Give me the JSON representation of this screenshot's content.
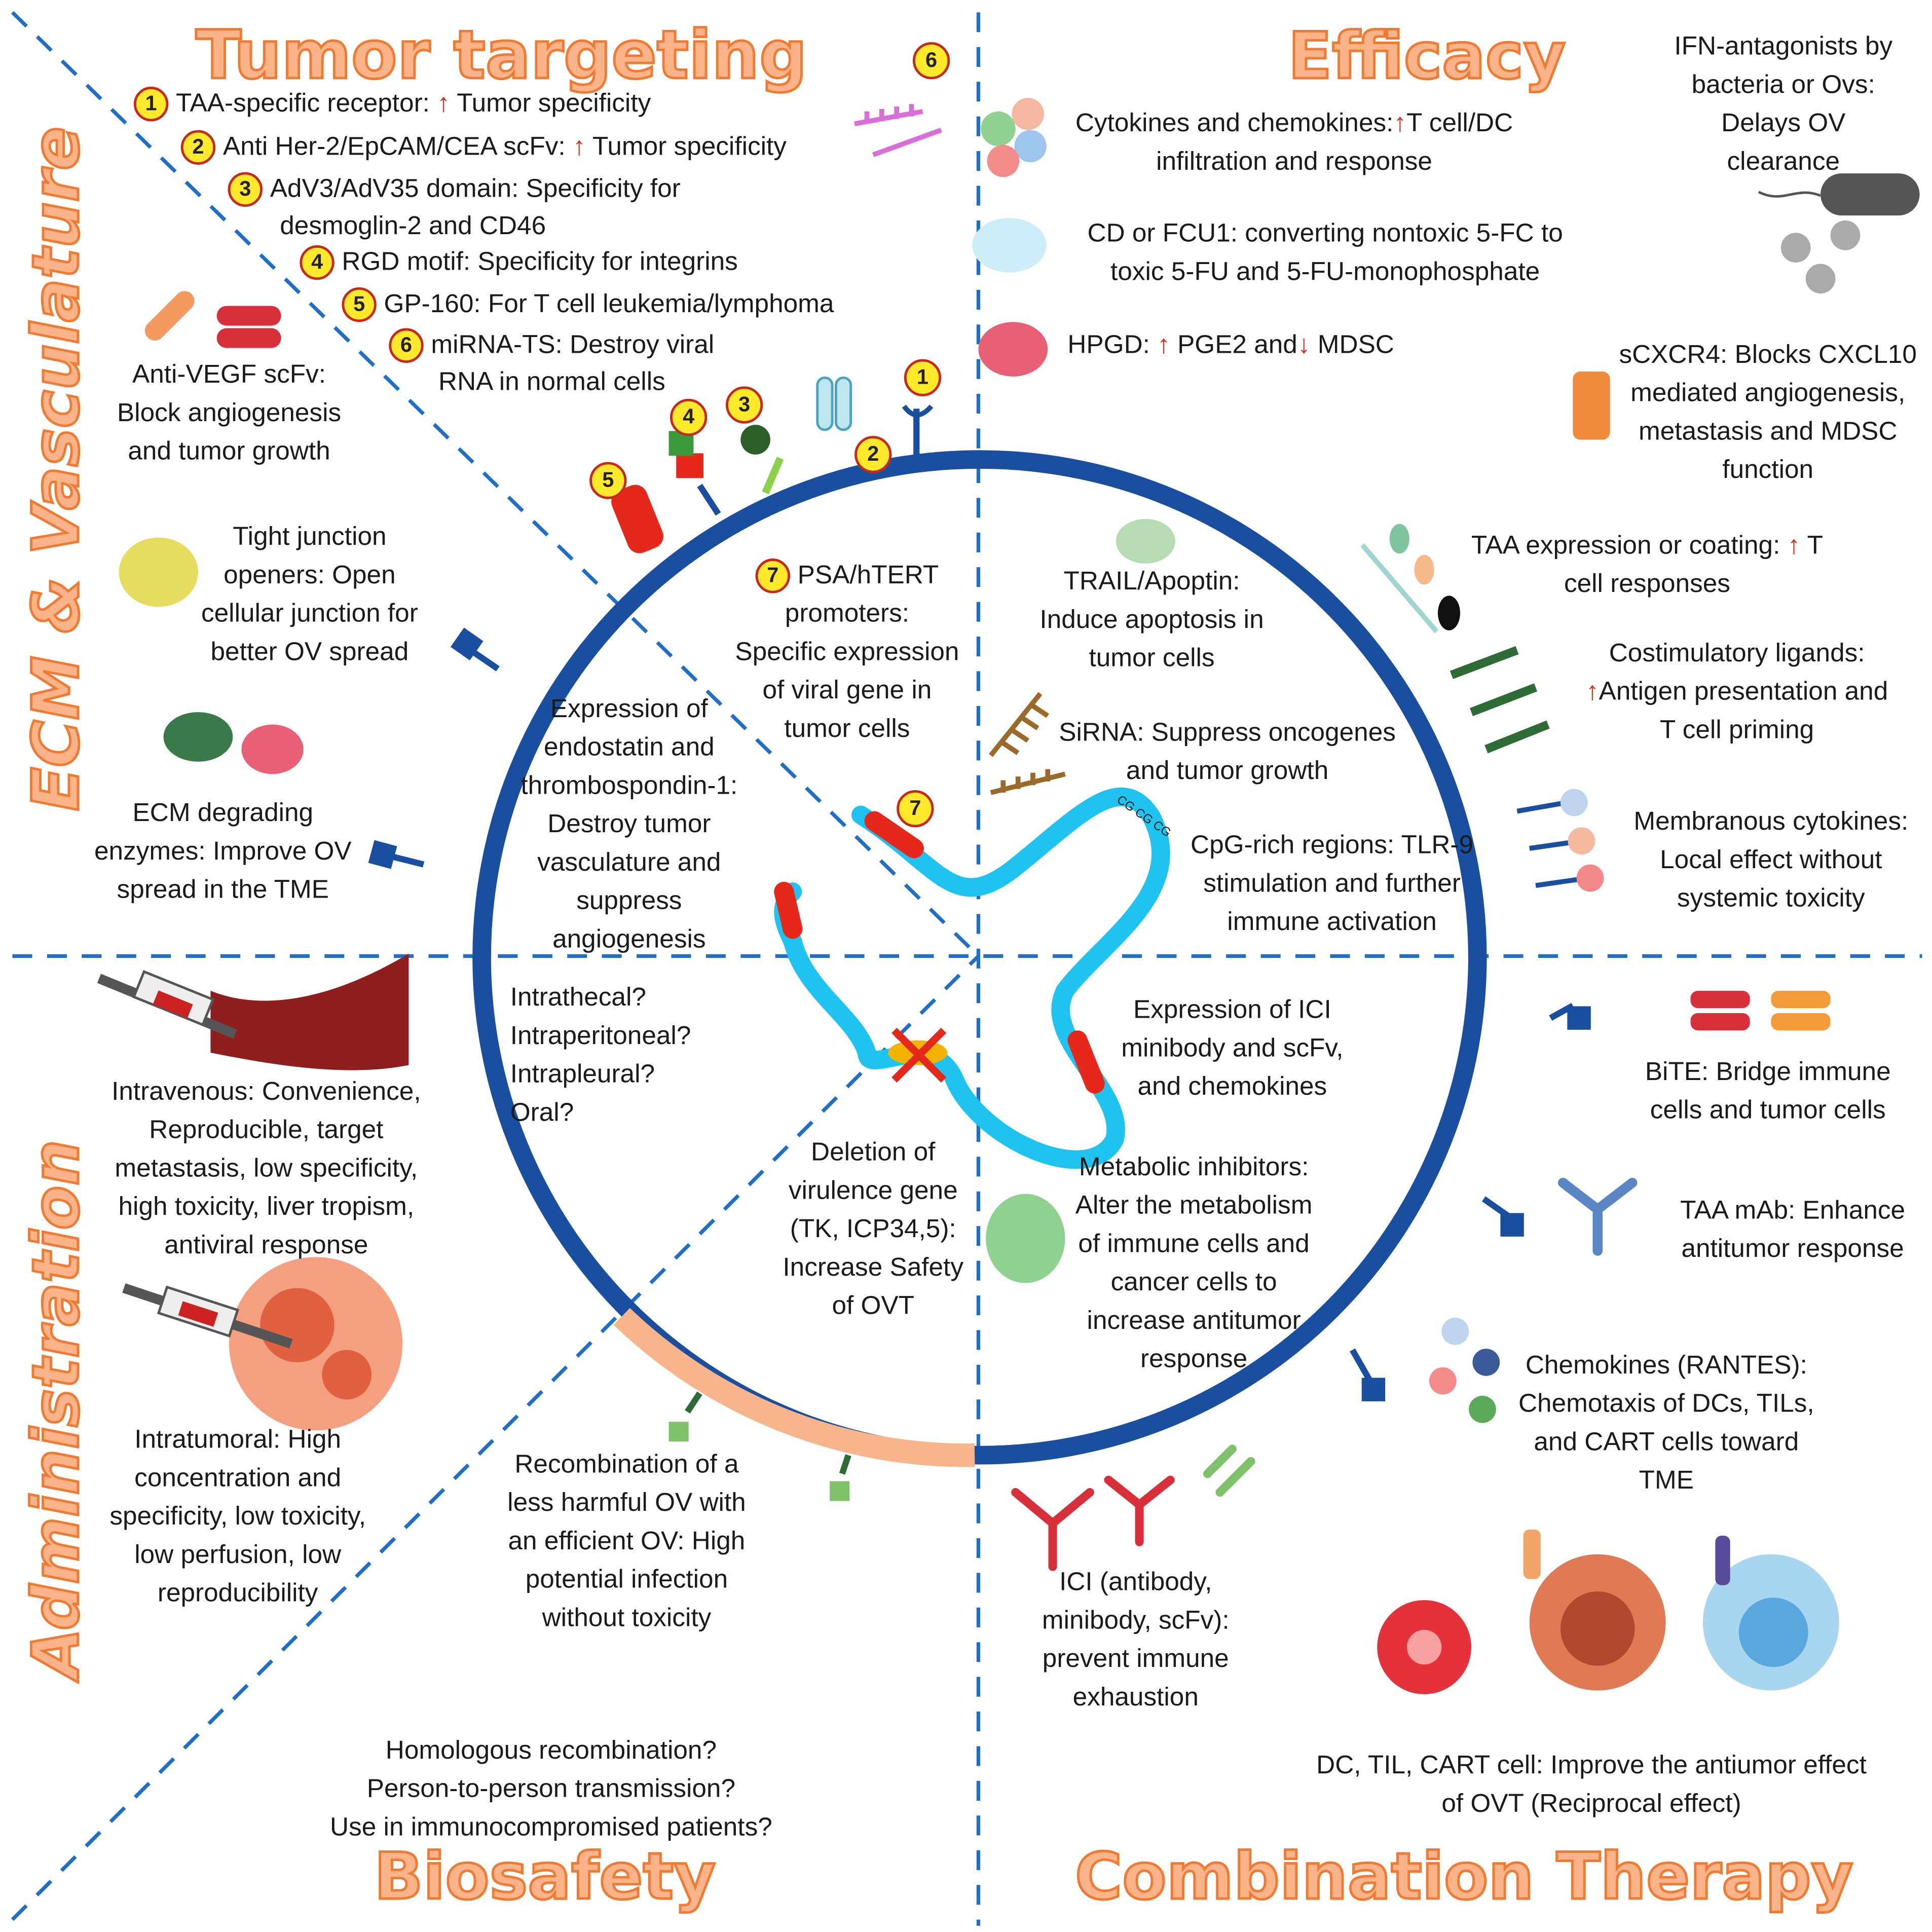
{
  "headings": {
    "tumor_targeting": "Tumor targeting",
    "efficacy": "Efficacy",
    "ecm_vasculature": "ECM & Vasculature",
    "administration": "Administration",
    "biosafety": "Biosafety",
    "combination_therapy": "Combination Therapy"
  },
  "markers": {
    "up_arrow": "↑",
    "down_arrow": "↓"
  },
  "tumor_targeting": {
    "items": [
      {
        "num": "1",
        "text_a": "TAA-specific receptor: ",
        "text_b": " Tumor specificity"
      },
      {
        "num": "2",
        "text_a": "Anti Her-2/EpCAM/CEA scFv: ",
        "text_b": " Tumor specificity"
      },
      {
        "num": "3",
        "text_a": "AdV3/AdV35 domain: Specificity for",
        "text_b": "desmoglin-2 and CD46"
      },
      {
        "num": "4",
        "text_a": "RGD motif: Specificity for integrins"
      },
      {
        "num": "5",
        "text_a": "GP-160: For T cell leukemia/lymphoma"
      },
      {
        "num": "6",
        "text_a": "miRNA-TS: Destroy viral",
        "text_b": "RNA in normal cells"
      }
    ],
    "badge_6": "6",
    "membrane_badges": [
      "1",
      "2",
      "3",
      "4",
      "5"
    ],
    "promoter": {
      "num": "7",
      "line1": "PSA/hTERT",
      "line2": "promoters:",
      "line3": "Specific expression",
      "line4": "of viral gene in",
      "line5": "tumor cells"
    },
    "badge_7": "7"
  },
  "ecm": {
    "anti_vegf": [
      "Anti-VEGF scFv:",
      "Block angiogenesis",
      "and tumor growth"
    ],
    "tight_junction": [
      "Tight junction",
      "openers: Open",
      "cellular junction for",
      "better OV spread"
    ],
    "ecm_enzymes": [
      "ECM degrading",
      "enzymes: Improve OV",
      "spread in the TME"
    ],
    "endostatin": [
      "Expression of",
      "endostatin and",
      "thrombospondin-1:",
      "Destroy tumor",
      "vasculature and",
      "suppress",
      "angiogenesis"
    ]
  },
  "efficacy": {
    "cytokines_a": "Cytokines and chemokines:",
    "cytokines_b": "T cell/DC",
    "cytokines_c": "infiltration and response",
    "cd_fcu1": [
      "CD or FCU1: converting nontoxic 5-FC to",
      "toxic 5-FU and 5-FU-monophosphate"
    ],
    "hpgd_a": "HPGD: ",
    "hpgd_b": " PGE2 and",
    "hpgd_c": " MDSC",
    "ifn": [
      "IFN-antagonists by",
      "bacteria or Ovs:",
      "Delays OV",
      "clearance"
    ],
    "scxcr4": [
      "sCXCR4: Blocks CXCL10",
      "mediated angiogenesis,",
      "metastasis and MDSC",
      "function"
    ],
    "trail": [
      "TRAIL/Apoptin:",
      "Induce apoptosis in",
      "tumor cells"
    ],
    "taa_a": "TAA expression or coating: ",
    "taa_b": " T",
    "taa_c": "cell responses",
    "costim_1": "Costimulatory ligands:",
    "costim_2": "Antigen presentation and",
    "costim_3": "T cell priming",
    "sirna": [
      "SiRNA: Suppress oncogenes",
      "and tumor growth"
    ],
    "cpg": [
      "CpG-rich regions: TLR-9",
      "stimulation and further",
      "immune activation"
    ],
    "cpg_label": "CG CG CG",
    "membranous": [
      "Membranous cytokines:",
      "Local effect without",
      "systemic toxicity"
    ]
  },
  "administration": {
    "routes": [
      "Intrathecal?",
      "Intraperitoneal?",
      "Intrapleural?",
      "Oral?"
    ],
    "intravenous": [
      "Intravenous: Convenience,",
      "Reproducible, target",
      "metastasis, low specificity,",
      "high toxicity, liver tropism,",
      "antiviral response"
    ],
    "intratumoral": [
      "Intratumoral: High",
      "concentration and",
      "specificity, low toxicity,",
      "low perfusion, low",
      "reproducibility"
    ]
  },
  "biosafety": {
    "deletion": [
      "Deletion of",
      "virulence gene",
      "(TK, ICP34,5):",
      "Increase Safety",
      "of OVT"
    ],
    "recombination": [
      "Recombination of a",
      "less harmful OV with",
      "an efficient OV: High",
      "potential infection",
      "without toxicity"
    ],
    "questions": [
      "Homologous recombination?",
      "Person-to-person transmission?",
      "Use in immunocompromised patients?"
    ]
  },
  "combination": {
    "ici_expression": [
      "Expression of ICI",
      "minibody and scFv,",
      "and chemokines"
    ],
    "metabolic": [
      "Metabolic inhibitors:",
      "Alter the metabolism",
      "of immune cells and",
      "cancer cells to",
      "increase antitumor",
      "response"
    ],
    "bite": [
      "BiTE: Bridge immune",
      "cells and tumor cells"
    ],
    "taa_mab": [
      "TAA mAb: Enhance",
      "antitumor response"
    ],
    "chemokines": [
      "Chemokines (RANTES):",
      "Chemotaxis of DCs, TILs,",
      "and CART cells toward",
      "TME"
    ],
    "ici": [
      "ICI (antibody,",
      "minibody, scFv):",
      "prevent immune",
      "exhaustion"
    ],
    "cells": [
      "DC, TIL, CART cell: Improve the antiumor effect",
      "of OVT (Reciprocal effect)"
    ]
  },
  "colors": {
    "membrane": "#1a4fa0",
    "dna": "#1fc3f0",
    "divider": "#1f6fc8",
    "heading_fill": "#fbb48a",
    "heading_stroke": "#f07a32",
    "arrow": "#e12a1a",
    "biosafety_arc": "#f8b48a"
  }
}
